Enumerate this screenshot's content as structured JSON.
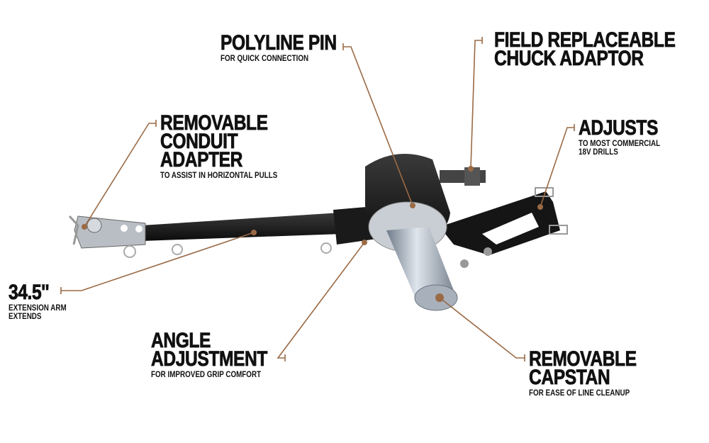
{
  "accent_color": "#9a6a45",
  "callouts": {
    "polyline_pin": {
      "title": "POLYLINE PIN",
      "subtitle": "FOR QUICK CONNECTION"
    },
    "chuck_adaptor": {
      "title1": "FIELD REPLACEABLE",
      "title2": "CHUCK ADAPTOR"
    },
    "conduit_adapter": {
      "title1": "REMOVABLE",
      "title2": "CONDUIT",
      "title3": "ADAPTER",
      "subtitle": "TO ASSIST IN HORIZONTAL PULLS"
    },
    "adjusts": {
      "title": "ADJUSTS",
      "subtitle1": "TO MOST COMMERCIAL",
      "subtitle2": "18V DRILLS"
    },
    "extension_arm": {
      "title": "34.5''",
      "subtitle1": "EXTENSION ARM",
      "subtitle2": "EXTENDS"
    },
    "angle_adjustment": {
      "title1": "ANGLE",
      "title2": "ADJUSTMENT",
      "subtitle": "FOR IMPROVED GRIP COMFORT"
    },
    "capstan": {
      "title1": "REMOVABLE",
      "title2": "CAPSTAN",
      "subtitle": "FOR EASE OF LINE CLEANUP"
    }
  }
}
